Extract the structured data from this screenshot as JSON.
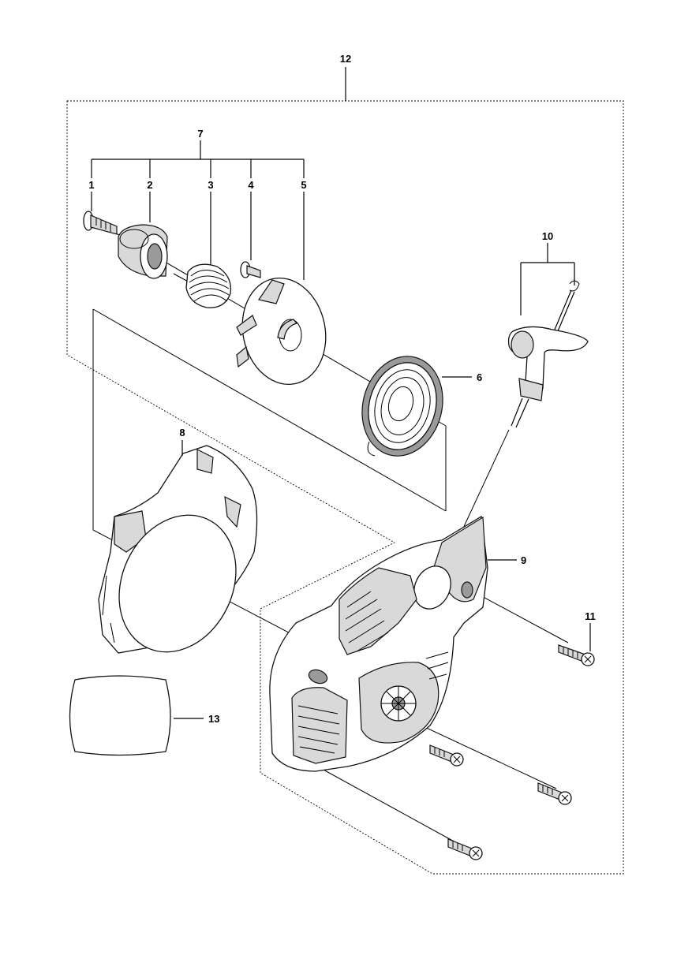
{
  "callouts": {
    "c1": "1",
    "c2": "2",
    "c3": "3",
    "c4": "4",
    "c5": "5",
    "c6": "6",
    "c7": "7",
    "c8": "8",
    "c9": "9",
    "c10": "10",
    "c11": "11",
    "c12": "12",
    "c13": "13"
  },
  "parts": [
    {
      "id": "1",
      "icon": "screw-icon"
    },
    {
      "id": "2",
      "icon": "bushing-icon"
    },
    {
      "id": "3",
      "icon": "spring-icon"
    },
    {
      "id": "4",
      "icon": "washer-icon"
    },
    {
      "id": "5",
      "icon": "pulley-icon"
    },
    {
      "id": "6",
      "icon": "recoil-spring-icon"
    },
    {
      "id": "8",
      "icon": "air-guide-icon"
    },
    {
      "id": "9",
      "icon": "starter-housing-icon"
    },
    {
      "id": "10",
      "icon": "handle-icon"
    },
    {
      "id": "11",
      "icon": "screw-icon"
    },
    {
      "id": "13",
      "icon": "decal-icon"
    }
  ]
}
